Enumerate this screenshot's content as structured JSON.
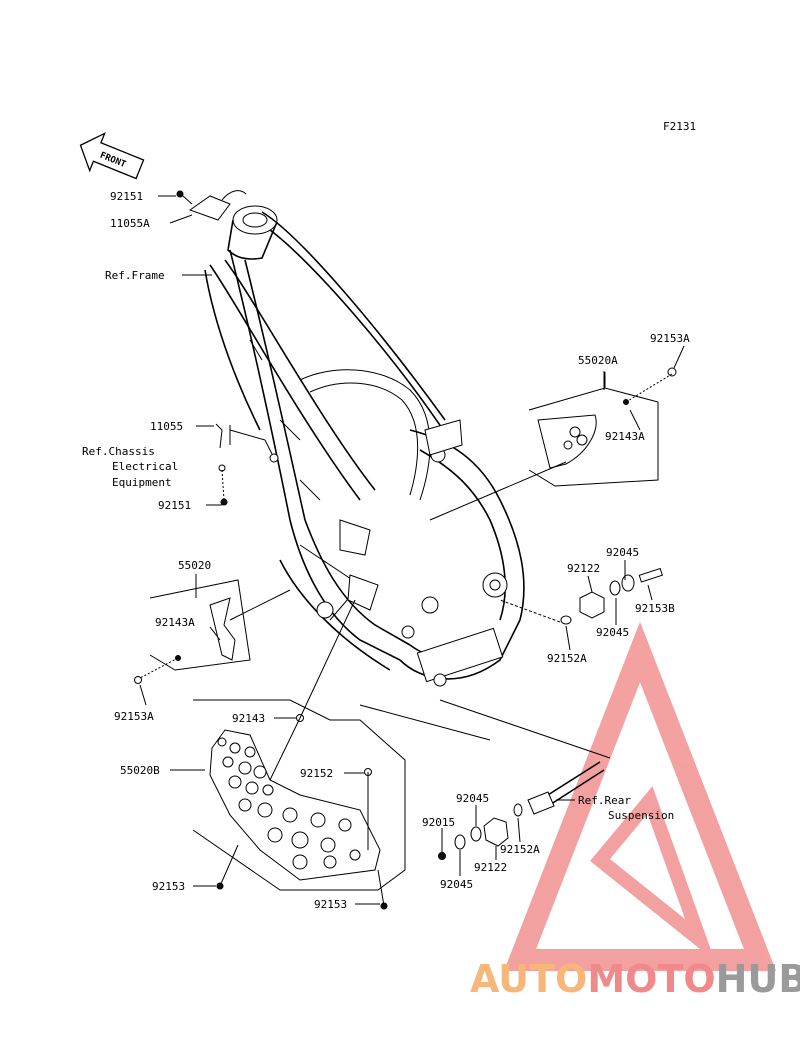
{
  "figure_code": "F2131",
  "front_arrow": "FRONT",
  "labels": {
    "l92151_top": "92151",
    "l11055A": "11055A",
    "ref_frame": "Ref.Frame",
    "l92153A_right": "92153A",
    "l55020A": "55020A",
    "l92143A_right": "92143A",
    "l11055": "11055",
    "ref_chassis_1": "Ref.Chassis",
    "ref_chassis_2": "Electrical",
    "ref_chassis_3": "Equipment",
    "l92151_mid": "92151",
    "l55020": "55020",
    "l92143A_left": "92143A",
    "l92153A_left": "92153A",
    "l92045_top": "92045",
    "l92122_right": "92122",
    "l92153B": "92153B",
    "l92045_mid": "92045",
    "l92152A_right": "92152A",
    "l92143": "92143",
    "l55020B": "55020B",
    "l92152": "92152",
    "l92045_low": "92045",
    "ref_rear_1": "Ref.Rear",
    "ref_rear_2": "Suspension",
    "l92015": "92015",
    "l92152A_low": "92152A",
    "l92122_low": "92122",
    "l92045_bottom": "92045",
    "l92153_left": "92153",
    "l92153_bottom": "92153"
  },
  "watermark": {
    "part1": "AUTO",
    "part2": "MOTO",
    "part3": "HUB",
    "color1": "#f7b77a",
    "color2": "#f08a8a",
    "color3": "#9a9a9a"
  }
}
